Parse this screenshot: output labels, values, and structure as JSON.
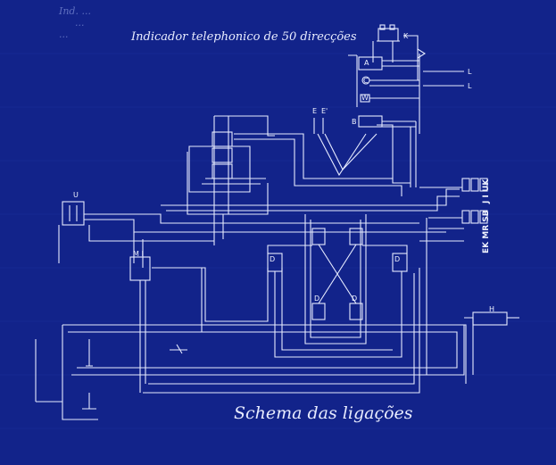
{
  "drawing": {
    "title": "Indicador telephonico de 50 direcções",
    "caption": "Schema das ligações",
    "corner_note": [
      "Ind. ...",
      "...",
      "..."
    ]
  },
  "component_labels": {
    "K": "K",
    "A": "A",
    "C": "C",
    "W": "W",
    "B": "B",
    "U": "U",
    "H": "H",
    "MI": "M I",
    "L1": "L",
    "L2": "L",
    "E": "E",
    "E2": "E'",
    "D1": "D",
    "D2": "D",
    "D3": "D",
    "D4": "D"
  },
  "terminal_labels": {
    "top": "J I UK",
    "bottom": "EK MR SB"
  },
  "colors": {
    "paper": "#12238a",
    "line": "#e6ebff",
    "text": "#f0f3ff"
  }
}
